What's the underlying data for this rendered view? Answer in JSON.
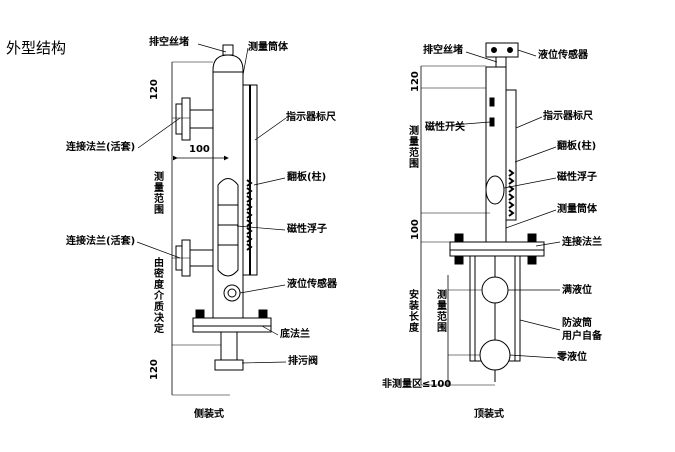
{
  "page_title": "外型结构",
  "side": {
    "vent_plug": "排空丝堵",
    "measure_tube": "测量筒体",
    "indicator_ruler": "指示器标尺",
    "flange_top": "连接法兰(活套)",
    "flange_bottom": "连接法兰(活套)",
    "flap": "翻板(柱)",
    "magnetic_float": "磁性浮子",
    "level_sensor": "液位传感器",
    "base_flange": "底法兰",
    "drain_valve": "排污阀",
    "dim_top": "120",
    "dim_width": "100",
    "dim_bottom": "120",
    "measure_range": "测量范围",
    "medium_density": "由密度介质决定",
    "caption": "侧装式"
  },
  "top": {
    "vent_plug": "排空丝堵",
    "level_sensor": "液位传感器",
    "indicator_ruler": "指示器标尺",
    "magnetic_switch": "磁性开关",
    "flap": "翻板(柱)",
    "magnetic_float": "磁性浮子",
    "measure_tube": "测量筒体",
    "flange": "连接法兰",
    "full_level": "满液位",
    "wave_tube_1": "防波筒",
    "wave_tube_2": "用户自备",
    "zero_level": "零液位",
    "dim_120": "120",
    "dim_100": "100",
    "measure_range_upper": "测量范围",
    "install_length": "安装长度",
    "measure_range_lower": "测量范围",
    "non_measure_zone": "非测量区≤100",
    "caption": "顶装式"
  }
}
